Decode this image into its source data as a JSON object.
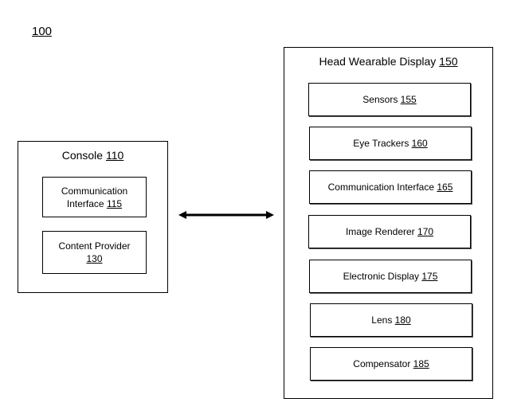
{
  "figure_label": "100",
  "console": {
    "title": "Console",
    "ref": "110",
    "components": [
      {
        "line1": "Communication",
        "line2": "Interface",
        "ref": "115"
      },
      {
        "line1": "Content Provider",
        "line2": "",
        "ref": "130"
      }
    ]
  },
  "connection": {
    "type": "bidirectional-arrow",
    "between": [
      "Console 110",
      "Head Wearable Display 150"
    ]
  },
  "hwd": {
    "title": "Head Wearable Display",
    "ref": "150",
    "components": [
      {
        "label": "Sensors",
        "ref": "155"
      },
      {
        "label": "Eye Trackers",
        "ref": "160"
      },
      {
        "label": "Communication Interface",
        "ref": "165"
      },
      {
        "label": "Image Renderer",
        "ref": "170"
      },
      {
        "label": "Electronic Display",
        "ref": "175"
      },
      {
        "label": "Lens",
        "ref": "180"
      },
      {
        "label": "Compensator",
        "ref": "185"
      }
    ]
  }
}
